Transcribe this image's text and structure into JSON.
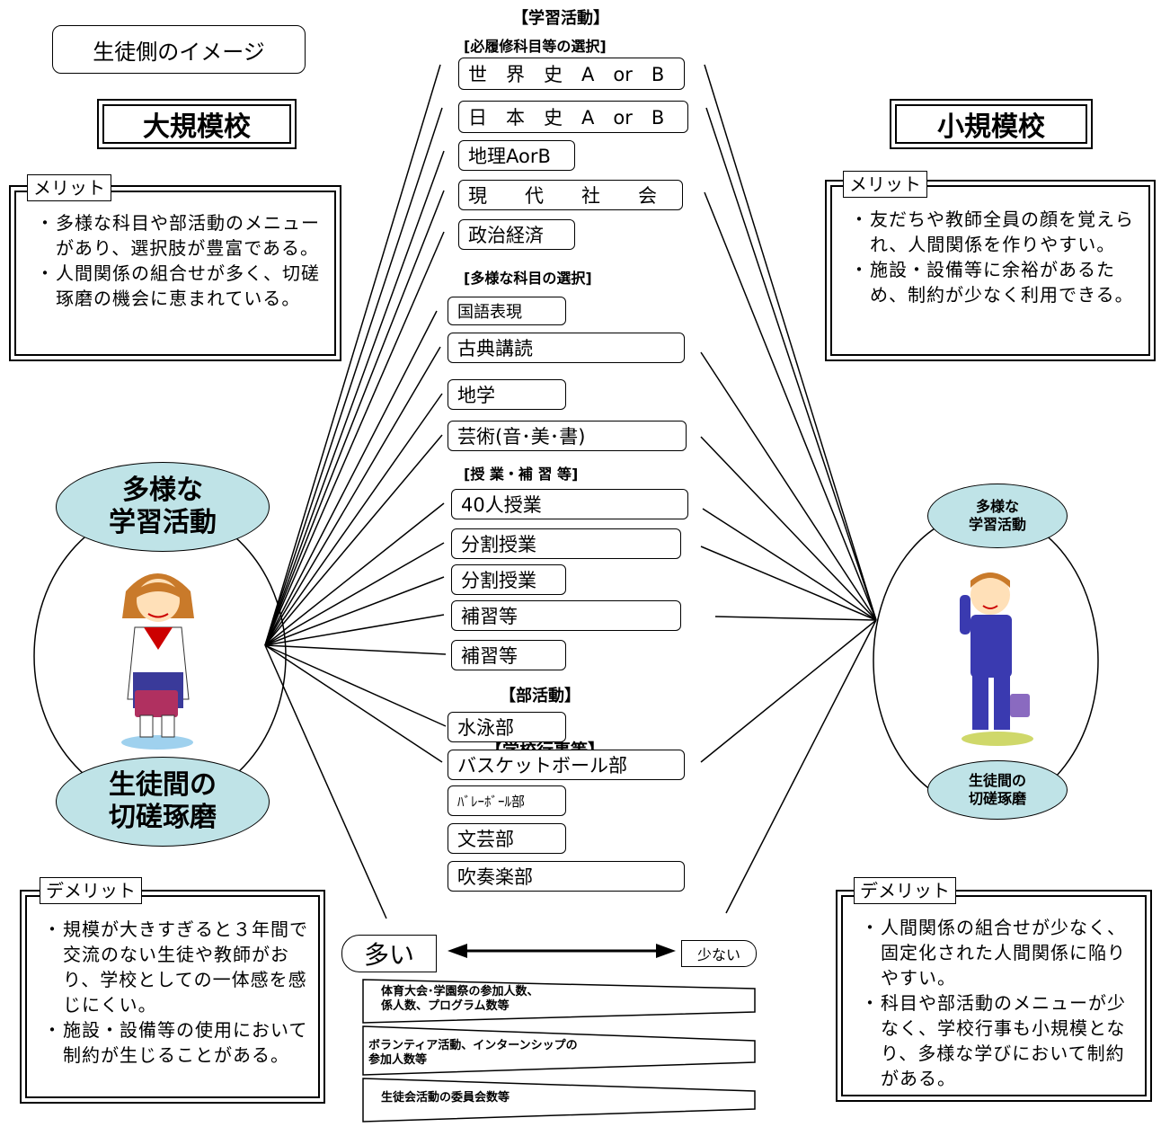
{
  "student_image_label": "生徒側のイメージ",
  "large_school": {
    "title": "大規模校",
    "merit_tag": "メリット",
    "merits": [
      "多様な科目や部活動のメニューがあり、選択肢が豊富である。",
      "人間関係の組合せが多く、切磋琢磨の機会に恵まれている。"
    ],
    "demerit_tag": "デメリット",
    "demerits": [
      "規模が大きすぎると３年間で交流のない生徒や教師がおり、学校としての一体感を感じにくい。",
      "施設・設備等の使用において制約が生じることがある。"
    ],
    "ellipse_top": "多様な\n学習活動",
    "ellipse_bottom": "生徒間の\n切磋琢磨"
  },
  "small_school": {
    "title": "小規模校",
    "merit_tag": "メリット",
    "merits": [
      "友だちや教師全員の顔を覚えられ、人間関係を作りやすい。",
      "施設・設備等に余裕があるため、制約が少なく利用できる。"
    ],
    "demerit_tag": "デメリット",
    "demerits": [
      "人間関係の組合せが少なく、固定化された人間関係に陥りやすい。",
      "科目や部活動のメニューが少なく、学校行事も小規模となり、多様な学びにおいて制約がある。"
    ],
    "ellipse_top": "多様な\n学習活動",
    "ellipse_bottom": "生徒間の\n切磋琢磨"
  },
  "center": {
    "main_heading": "【学習活動】",
    "required_heading": "[必履修科目等の選択]",
    "required": [
      "世　界　史　A　or　B",
      "日　本　史　A　or　B",
      "地理AorB",
      "現　　代　　社　　会",
      "政治経済"
    ],
    "diverse_heading": "[多様な科目の選択]",
    "diverse": [
      "国語表現",
      "古典講読",
      "地学",
      "芸術(音･美･書)"
    ],
    "class_heading": "[授 業・補 習 等]",
    "classes": [
      "40人授業",
      "分割授業",
      "分割授業",
      "補習等",
      "補習等"
    ],
    "club_heading": "【部活動】",
    "clubs": [
      "水泳部",
      "バスケットボール部",
      "ﾊﾞﾚｰﾎﾞｰﾙ部",
      "文芸部",
      "吹奏楽部"
    ],
    "events_heading": "【学校行事等】",
    "many": "多い",
    "few": "少ない",
    "events": [
      "体育大会･学園祭の参加人数、\n係人数、プログラム数等",
      "ボランティア活動、インターンシップの\n参加人数等",
      "生徒会活動の委員会数等"
    ]
  }
}
